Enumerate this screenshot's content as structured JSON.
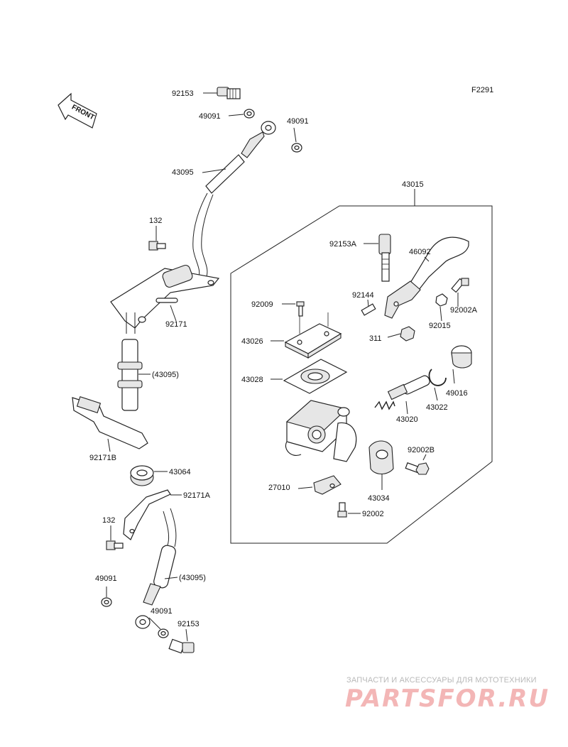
{
  "figure_code": "F2291",
  "front_label": "FRONT",
  "parts": {
    "p92153_top": "92153",
    "p49091_top_left": "49091",
    "p49091_top_right": "49091",
    "p43095_top": "43095",
    "p132_top": "132",
    "p92171": "92171",
    "p43095_mid": "(43095)",
    "p92171B": "92171B",
    "p43064": "43064",
    "p92171A": "92171A",
    "p132_bottom": "132",
    "p49091_bottom_left": "49091",
    "p43095_bottom": "(43095)",
    "p49091_bottom_mid": "49091",
    "p92153_bottom": "92153",
    "p43015": "43015",
    "p92153A": "92153A",
    "p46092": "46092",
    "p92144": "92144",
    "p92002A": "92002A",
    "p92009": "92009",
    "p92015": "92015",
    "p43026": "43026",
    "p311": "311",
    "p43028": "43028",
    "p49016": "49016",
    "p43022": "43022",
    "p43020": "43020",
    "p92002B": "92002B",
    "p27010": "27010",
    "p43034": "43034",
    "p92002": "92002"
  },
  "watermark": {
    "subtitle": "ЗАПЧАСТИ И АКСЕССУАРЫ ДЛЯ МОТОТЕХНИКИ",
    "brand": "PARTSFOR.RU"
  }
}
